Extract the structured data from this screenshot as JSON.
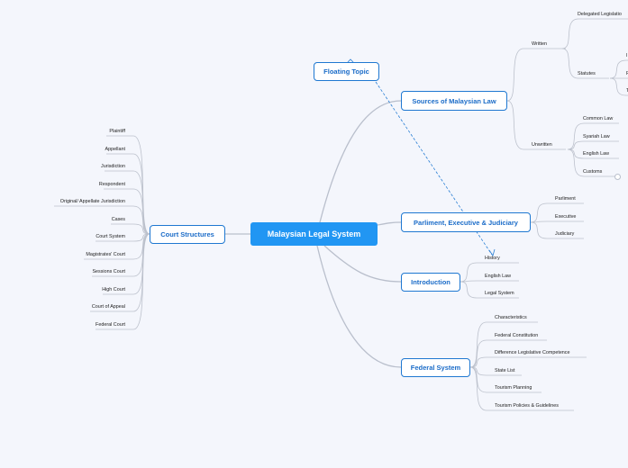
{
  "central": {
    "label": "Malaysian Legal System"
  },
  "floating": {
    "label": "Floating Topic"
  },
  "main_topics": [
    {
      "id": "sources",
      "label": "Sources of Malaysian Law"
    },
    {
      "id": "parliament",
      "label": "Parliment, Executive & Judiciary"
    },
    {
      "id": "introduction",
      "label": "Introduction"
    },
    {
      "id": "federal",
      "label": "Federal System"
    },
    {
      "id": "court",
      "label": "Court Structures"
    }
  ],
  "sources": {
    "written": "Written",
    "delegated": "Delegated Legislatio",
    "statutes": "Statutes",
    "statute_items": [
      "I",
      "F",
      "T"
    ],
    "unwritten": "Unwritten",
    "unwritten_items": [
      "Common Law",
      "Syariah Law",
      "English Law",
      "Customs"
    ]
  },
  "parliament_items": [
    "Parliment",
    "Executive",
    "Judiciary"
  ],
  "introduction_items": [
    "History",
    "English Law",
    "Legal System"
  ],
  "federal_items": [
    "Characteristics",
    "Federal Constitution",
    "Difference Legislative Competence",
    "State List",
    "Tourism Planning",
    "Tourism Policies & Guidelines"
  ],
  "court_items": [
    "Plaintiff",
    "Appellant",
    "Jurisdiction",
    "Respondent",
    "Original/ Appellate Jurisdiction",
    "Cases",
    "Court System",
    "Magistrates' Court",
    "Sessions Court",
    "High Court",
    "Court of Appeal",
    "Federal Court"
  ],
  "colors": {
    "background": "#f4f6fc",
    "central": "#2196f3",
    "topic_border": "#1f78d1",
    "topic_text": "#1b6cc8",
    "connector": "#b9bfcc",
    "relationship": "#2a7fd4"
  }
}
